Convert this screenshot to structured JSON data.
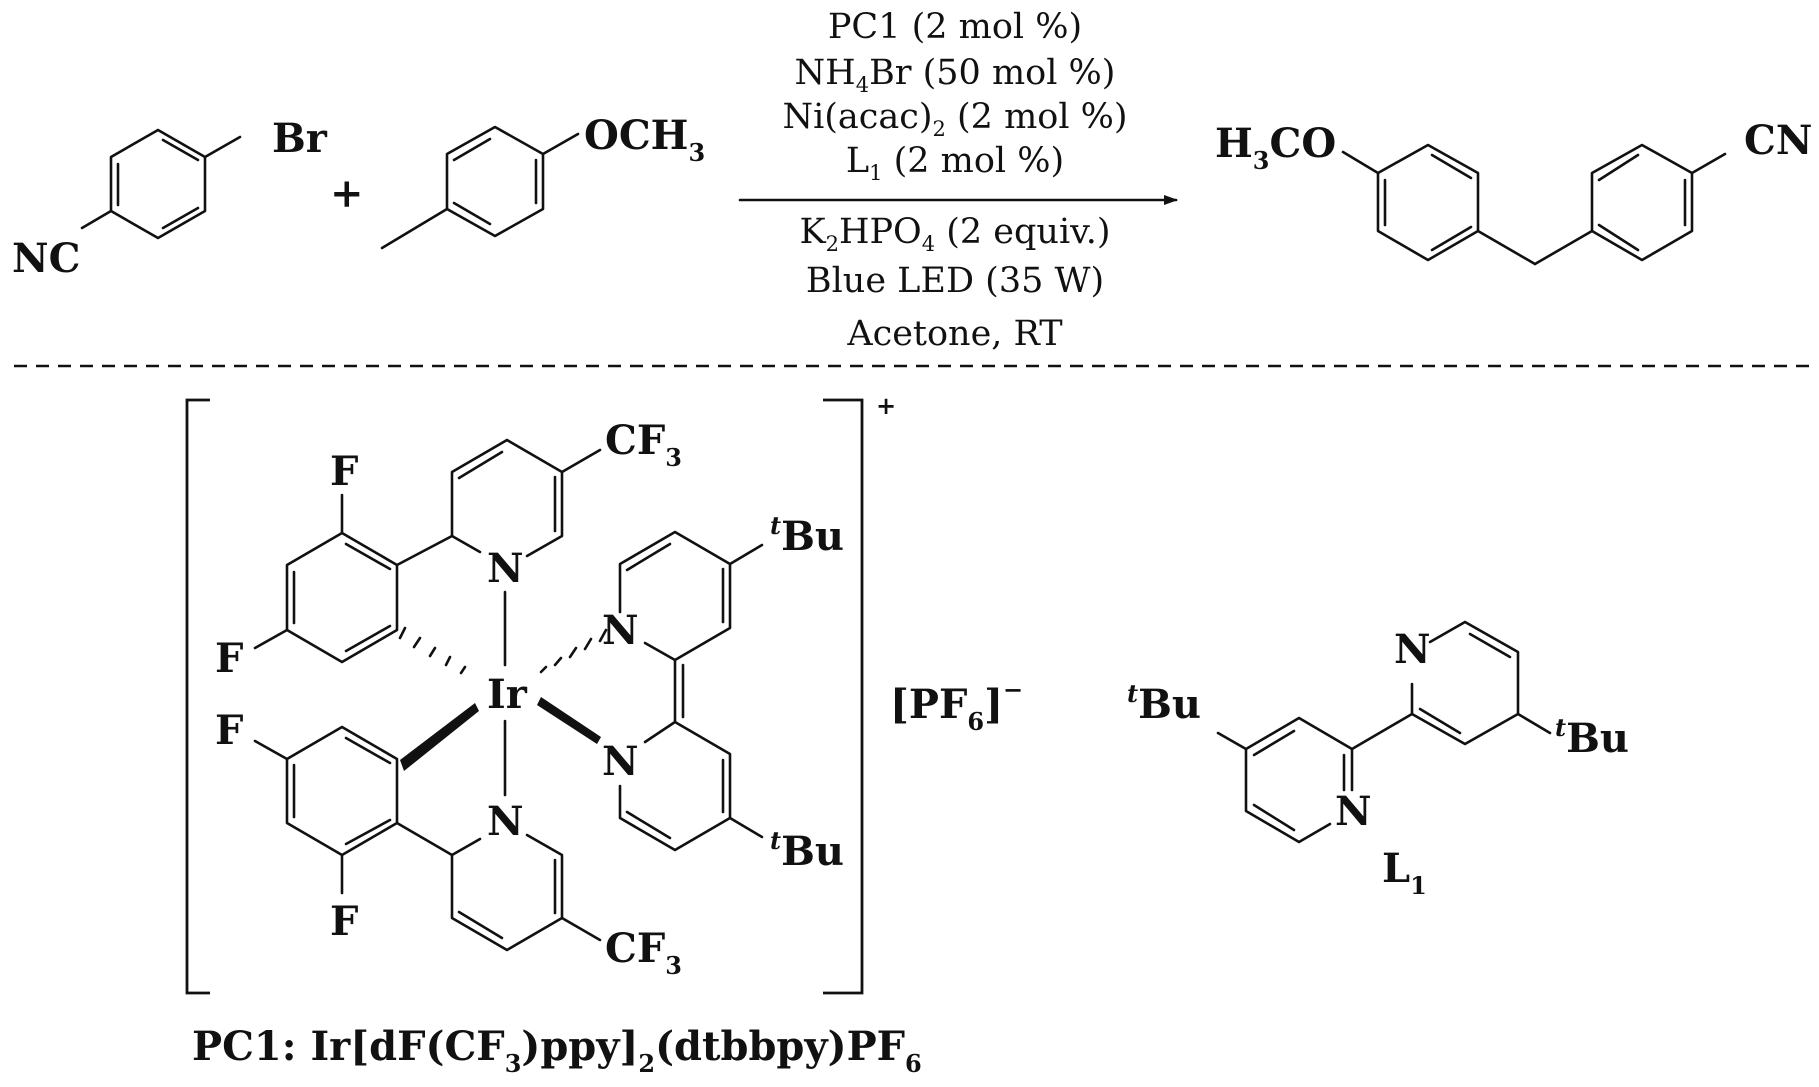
{
  "reaction": {
    "reactant1": {
      "sub1": "Br",
      "sub2": "NC"
    },
    "plus": "+",
    "reactant2": {
      "sub1_main": "OCH",
      "sub1_index": "3"
    },
    "conditions_above": [
      {
        "main": "PC1 (2 mol %)"
      },
      {
        "pre": "NH",
        "index": "4",
        "post": "Br (50 mol %)"
      },
      {
        "pre": "Ni(acac)",
        "index": "2",
        "post": " (2 mol %)"
      },
      {
        "pre": "L",
        "index": "1",
        "post": " (2 mol %)"
      }
    ],
    "conditions_below": [
      {
        "pre": "K",
        "index": "2",
        "mid": "HPO",
        "index2": "4",
        "post": " (2 equiv.)"
      },
      {
        "main": "Blue LED (35 W)"
      },
      {
        "main": "Acetone, RT"
      }
    ],
    "product": {
      "left_pre": "H",
      "left_index": "3",
      "left_post": "CO",
      "right": "CN"
    }
  },
  "catalyst": {
    "metal": "Ir",
    "f_label": "F",
    "cf3_main": "CF",
    "cf3_index": "3",
    "n_label": "N",
    "tbu_sup": "t",
    "tbu_main": "Bu",
    "charge": "+",
    "counterion": {
      "pre": "[PF",
      "index": "6",
      "post": "]",
      "charge": "−"
    },
    "caption": {
      "p1": "PC1: Ir[dF(CF",
      "i1": "3",
      "p2": ")ppy]",
      "i2": "2",
      "p3": "(dtbbpy)PF",
      "i3": "6"
    }
  },
  "ligand": {
    "n_label": "N",
    "tbu_sup": "t",
    "tbu_main": "Bu",
    "label_main": "L",
    "label_index": "1"
  }
}
